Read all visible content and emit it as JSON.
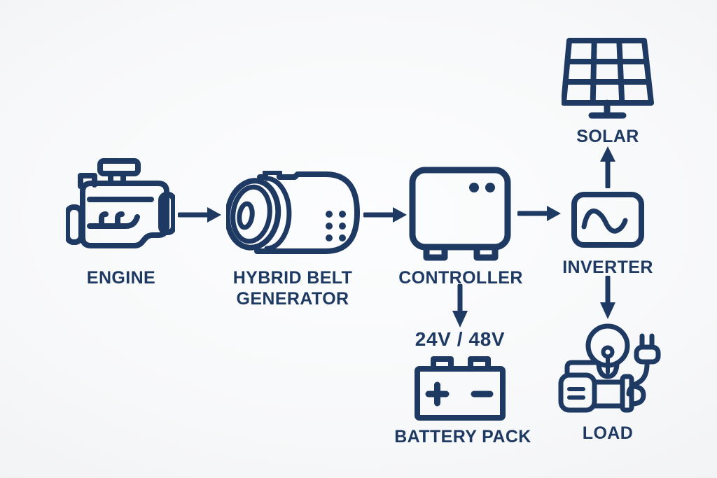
{
  "colors": {
    "ink": "#1e3a63",
    "background": "#f7f8f9"
  },
  "diagram": {
    "engine": {
      "label": "ENGINE",
      "icon": "engine-icon"
    },
    "generator": {
      "label_line1": "HYBRID BELT",
      "label_line2": "GENERATOR",
      "icon": "generator-icon"
    },
    "controller": {
      "label": "CONTROLLER",
      "icon": "controller-icon"
    },
    "inverter": {
      "label": "INVERTER",
      "icon": "inverter-icon"
    },
    "solar": {
      "label": "SOLAR",
      "icon": "solar-panel-icon"
    },
    "battery": {
      "voltage": "24V / 48V",
      "label": "BATTERY PACK",
      "icon": "battery-icon"
    },
    "load": {
      "label": "LOAD",
      "icon": "load-icon"
    }
  },
  "connections": [
    {
      "from": "ENGINE",
      "to": "HYBRID BELT GENERATOR",
      "direction": "right"
    },
    {
      "from": "HYBRID BELT GENERATOR",
      "to": "CONTROLLER",
      "direction": "right"
    },
    {
      "from": "CONTROLLER",
      "to": "INVERTER",
      "direction": "right"
    },
    {
      "from": "INVERTER",
      "to": "SOLAR",
      "direction": "up"
    },
    {
      "from": "CONTROLLER",
      "to": "BATTERY PACK",
      "direction": "down"
    },
    {
      "from": "INVERTER",
      "to": "LOAD",
      "direction": "down"
    }
  ]
}
